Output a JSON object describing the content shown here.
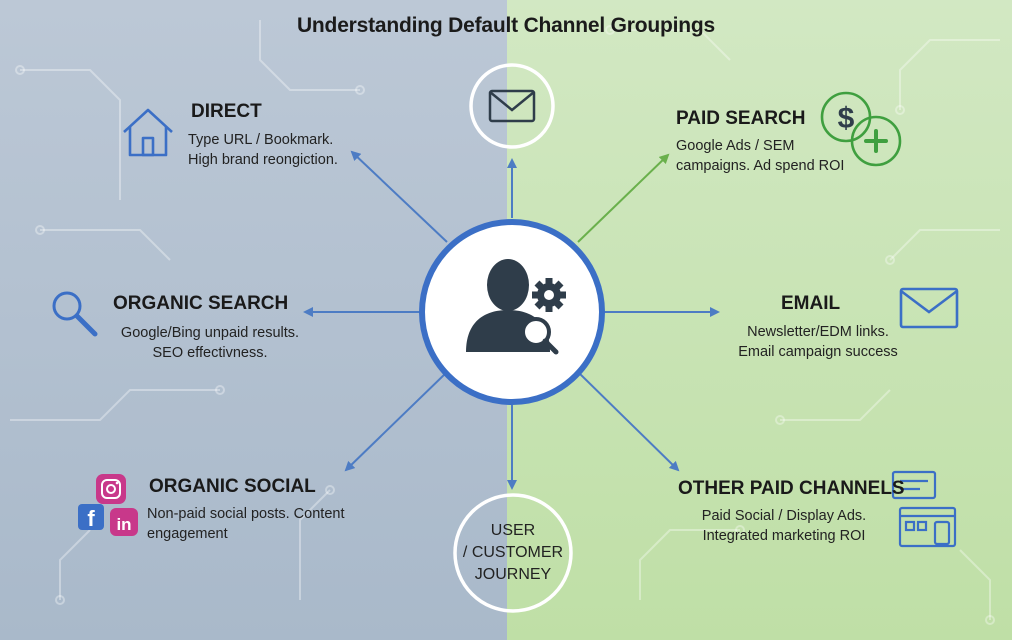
{
  "title": "Understanding Default Channel Groupings",
  "center": {
    "icon": "user-gear-magnifier-icon"
  },
  "top_node": {
    "icon": "envelope-icon"
  },
  "bottom_node": {
    "line1": "USER",
    "line2": "/ CUSTOMER",
    "line3": "JOURNEY"
  },
  "channels": {
    "direct": {
      "title": "DIRECT",
      "line1": "Type URL / Bookmark.",
      "line2": "High brand reongiction.",
      "icon": "home-icon"
    },
    "paid_search": {
      "title": "PAID SEARCH",
      "line1": "Google Ads / SEM",
      "line2": "campaigns. Ad spend ROI",
      "icon": "dollar-plus-icon"
    },
    "organic_search": {
      "title": "ORGANIC SEARCH",
      "line1": "Google/Bing unpaid results.",
      "line2": "SEO effectivness.",
      "icon": "magnifier-icon"
    },
    "email": {
      "title": "EMAIL",
      "line1": "Newsletter/EDM links.",
      "line2": "Email campaign success",
      "icon": "envelope-icon"
    },
    "organic_social": {
      "title": "ORGANIC SOCIAL",
      "line1": "Non-paid social posts. Content",
      "line2": "engagement",
      "icon": "social-media-icons"
    },
    "other_paid": {
      "title": "OTHER PAID CHANNELS",
      "line1": "Paid Social / Display Ads.",
      "line2": "Integrated marketing ROI",
      "icon": "display-ads-icon"
    }
  },
  "colors": {
    "accent_blue": "#3b6fc6",
    "arrow_blue": "#4d7cc4",
    "arrow_green": "#6ab04c",
    "icon_green": "#3f9f3f"
  }
}
